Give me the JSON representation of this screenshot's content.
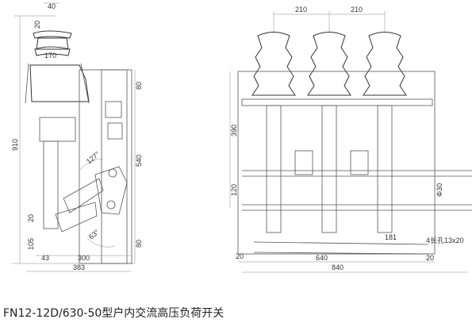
{
  "caption": "FN12-12D/630-50型户内交流高压负荷开关",
  "side_view": {
    "dims": {
      "top_width": "40",
      "top_height": "20",
      "insulator_dia": "170",
      "upper": "80",
      "total_height": "910",
      "mid": "540",
      "angle_upper": "127°",
      "small": "20",
      "bottom_height": "105",
      "angle_lower": "63°",
      "lower": "80",
      "offset": "43",
      "depth": "300",
      "total_depth": "383"
    }
  },
  "front_view": {
    "dims": {
      "pitch_1": "210",
      "pitch_2": "210",
      "height": "390",
      "shaft_gap": "120",
      "shaft_dia": "Φ30",
      "bracket": "181",
      "holes": "4长孔13x20",
      "margin_left": "20",
      "inner_width": "640",
      "margin_right": "20",
      "total_width": "840"
    }
  }
}
